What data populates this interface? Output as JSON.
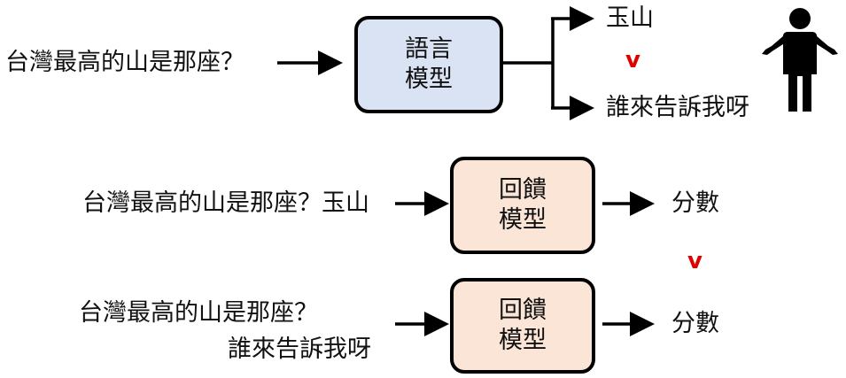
{
  "top": {
    "question": "台灣最高的山是那座？",
    "model_line1": "語言",
    "model_line2": "模型",
    "answer_good": "玉山",
    "answer_bad": "誰來告訴我呀",
    "comparison": "v"
  },
  "middle": {
    "input": "台灣最高的山是那座？玉山",
    "model_line1": "回饋",
    "model_line2": "模型",
    "output": "分數"
  },
  "between": {
    "comparison": "v"
  },
  "bottom": {
    "input_question": "台灣最高的山是那座？",
    "input_answer": "誰來告訴我呀",
    "model_line1": "回饋",
    "model_line2": "模型",
    "output": "分數"
  },
  "colors": {
    "language_model_fill": "#dae3f3",
    "feedback_model_fill": "#fbe5d6",
    "comparison": "#e00000"
  },
  "icons": {
    "person": "shrugging-person-icon"
  }
}
